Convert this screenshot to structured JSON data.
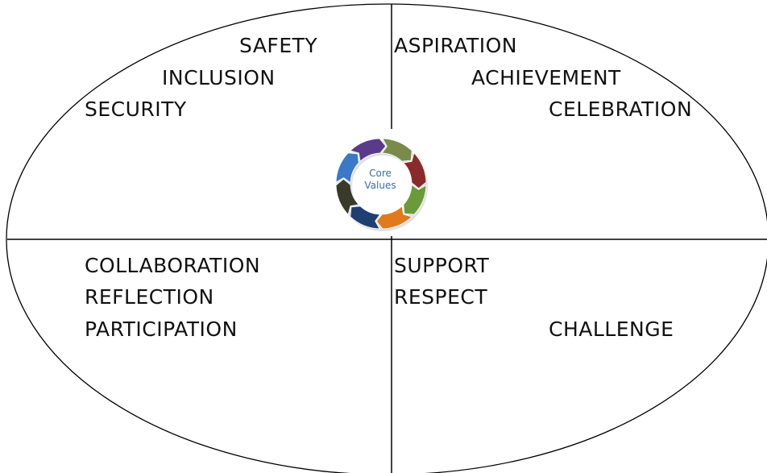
{
  "quadrants": {
    "top_left": [
      "SAFETY",
      "INCLUSION",
      "SECURITY"
    ],
    "top_right": [
      "ASPIRATION",
      "ACHIEVEMENT",
      "CELEBRATION"
    ],
    "bottom_left": [
      "COLLABORATION",
      "REFLECTION",
      "PARTICIPATION"
    ],
    "bottom_right": [
      "SUPPORT",
      "RESPECT",
      "CHALLENGE"
    ]
  },
  "center": {
    "line1": "Core",
    "line2": "Values"
  },
  "colors": {
    "text": "#111111",
    "center_text": "#3a6ea5",
    "cycle_arrows": [
      "#7a8a4a",
      "#8b2a2a",
      "#6a9a3a",
      "#e07a1a",
      "#1f3f73",
      "#3a3a2a",
      "#3a78c8",
      "#5a3a8a"
    ]
  }
}
